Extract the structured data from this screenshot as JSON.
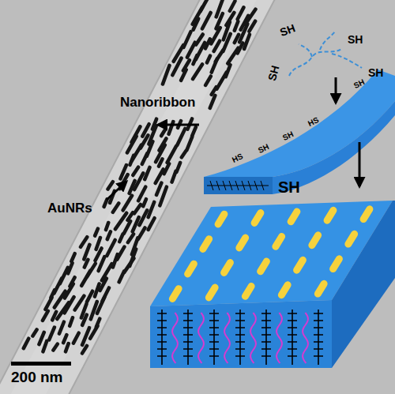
{
  "diagram": {
    "labels": [
      "Nanoribbon",
      "AuNRs",
      "SH",
      "SH",
      "SH",
      "SH",
      "HS",
      "SH",
      "SH",
      "HS",
      "SH",
      "SH",
      "200 nm"
    ]
  }
}
